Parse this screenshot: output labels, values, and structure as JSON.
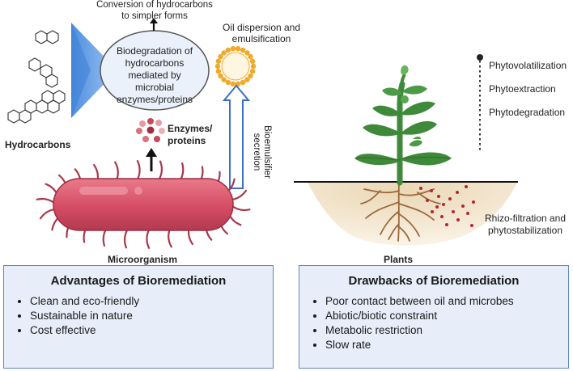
{
  "labels": {
    "conversion": "Conversion of hydrocarbons to simpler forms",
    "biodegradation": "Biodegradation of hydrocarbons mediated by microbial enzymes/proteins",
    "oil_dispersion": "Oil dispersion and emulsification",
    "hydrocarbons": "Hydrocarbons",
    "enzymes": "Enzymes/ proteins",
    "bioemulsifier": "Bioemulsifier secretion",
    "microorganism": "Microorganism",
    "plants": "Plants",
    "rhizo": "Rhizo-filtration and phytostabilization",
    "phyto_processes": [
      "Phytovolatilization",
      "Phytoextraction",
      "Phytodegradation"
    ]
  },
  "advantages": {
    "title": "Advantages of Bioremediation",
    "items": [
      "Clean and eco-friendly",
      "Sustainable in nature",
      "Cost effective"
    ]
  },
  "drawbacks": {
    "title": "Drawbacks of Bioremediation",
    "items": [
      "Poor contact between oil and microbes",
      "Abiotic/biotic constraint",
      "Metabolic restriction",
      "Slow rate"
    ]
  },
  "colors": {
    "box_fill": "#e7eefa",
    "box_border": "#5b86c7",
    "bacterium": "#d9546a",
    "bacterium_dark": "#a93a4c",
    "triangle": "#6aa1e6",
    "micelle": "#f0a92a",
    "plant": "#3f8a3a",
    "soil": "#f2e6cf",
    "root": "#9b6a3c",
    "particles": "#b3263a"
  }
}
